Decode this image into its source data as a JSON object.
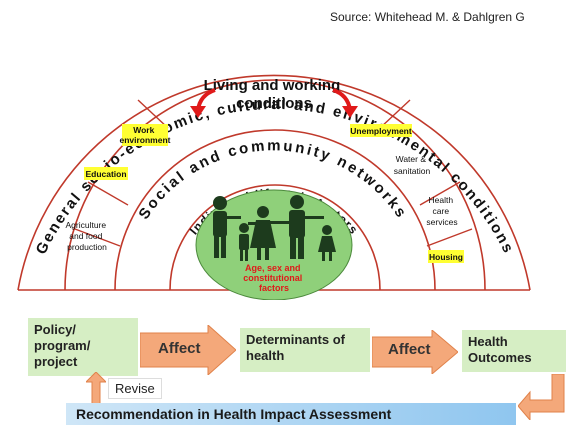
{
  "source": "Source: Whitehead M. & Dahlgren G",
  "rainbow": {
    "outer_label": "General socio-economic, cultural and environmental conditions",
    "living_working": [
      "Living and working",
      "conditions"
    ],
    "community_label": "Social and community networks",
    "lifestyle_label": "Individual lifestyle factors",
    "core": [
      "Age, sex and",
      "constitutional",
      "factors"
    ],
    "sectors": {
      "work_environment": [
        "Work",
        "environment"
      ],
      "education": [
        "Education"
      ],
      "agriculture": [
        "Agriculture",
        "and food",
        "production"
      ],
      "unemployment": [
        "Unemployment"
      ],
      "water": [
        "Water &",
        "sanitation"
      ],
      "health_care": [
        "Health",
        "care",
        "services"
      ],
      "housing": [
        "Housing"
      ]
    }
  },
  "flow": {
    "policy": "Policy/\nprogram/\nproject",
    "affect1": "Affect",
    "determinants": "Determinants of\nhealth",
    "affect2": "Affect",
    "outcomes": "Health\nOutcomes",
    "revise": "Revise",
    "recommendation": "Recommendation in Health Impact Assessment"
  },
  "colors": {
    "rainbow_line": "#c0392b",
    "highlight": "#ffff33",
    "core_fill": "#8fd07a",
    "core_text": "#e01a1a",
    "figures": "#1d3b1d",
    "flow_box": "#d6eec4",
    "arrow": "#f4a87a"
  }
}
